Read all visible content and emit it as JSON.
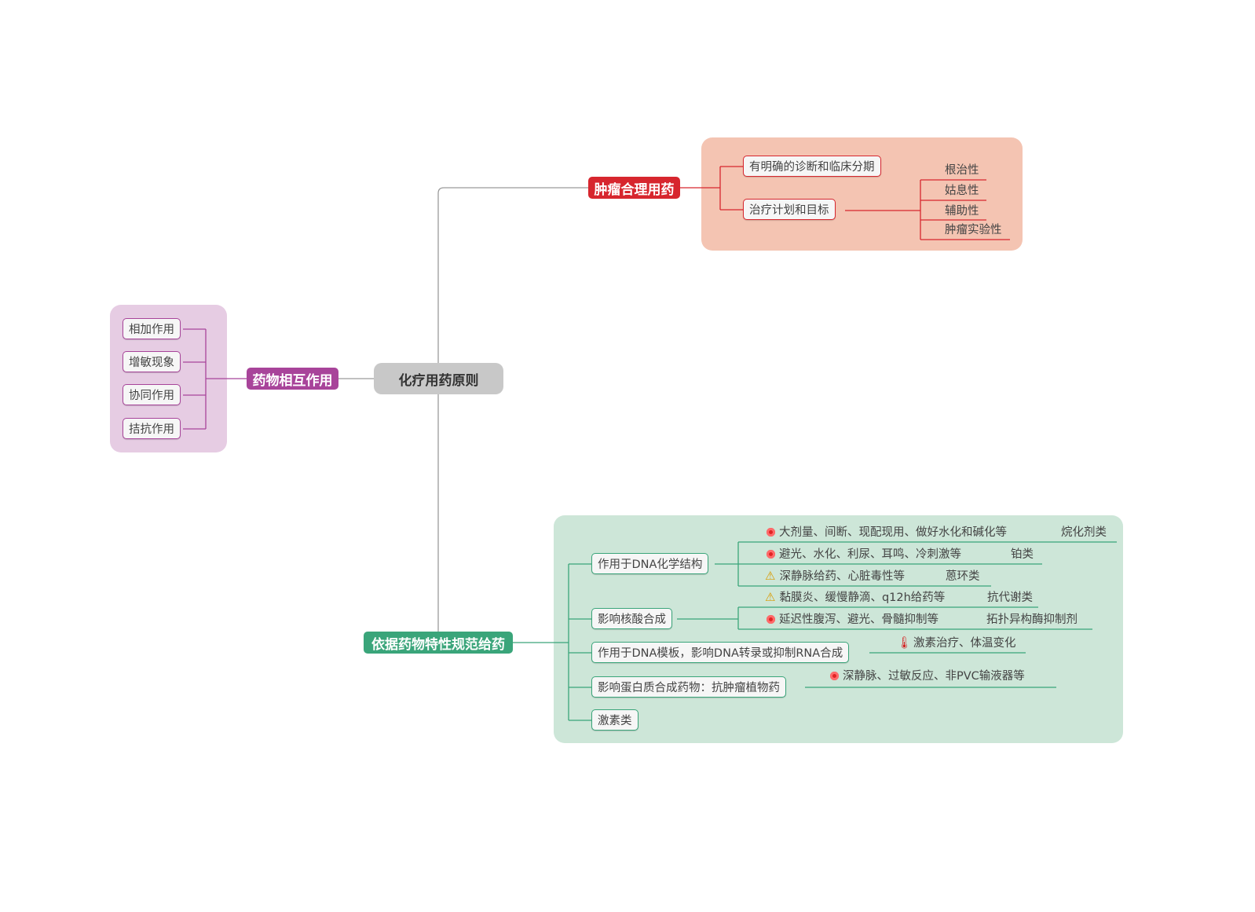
{
  "colors": {
    "red": "#d7262e",
    "purple": "#a8449a",
    "green": "#3aa57a",
    "line_gray": "#9a9a9a",
    "red_bg": "#f4c4b2",
    "purple_bg": "#e6cce3",
    "green_bg": "#cde6d8"
  },
  "root": {
    "label": "化疗用药原则"
  },
  "tumor": {
    "label": "肿瘤合理用药",
    "children": [
      "有明确的诊断和临床分期",
      "治疗计划和目标"
    ],
    "goals": [
      "根治性",
      "姑息性",
      "辅助性",
      "肿瘤实验性"
    ]
  },
  "interaction": {
    "label": "药物相互作用",
    "children": [
      "相加作用",
      "增敏现象",
      "协同作用",
      "拮抗作用"
    ]
  },
  "drug": {
    "label": "依据药物特性规范给药",
    "children": [
      "作用于DNA化学结构",
      "影响核酸合成",
      "作用于DNA模板，影响DNA转录或抑制RNA合成",
      "影响蛋白质合成药物：抗肿瘤植物药",
      "激素类"
    ],
    "dna_items": [
      {
        "icon": "pin-icon",
        "text": "大剂量、间断、现配现用、做好水化和碱化等",
        "class": "烷化剂类"
      },
      {
        "icon": "pin-icon",
        "text": "避光、水化、利尿、耳鸣、冷刺激等",
        "class": "铂类"
      },
      {
        "icon": "warning-icon",
        "text": "深静脉给药、心脏毒性等",
        "class": "蒽环类"
      }
    ],
    "nucleic_items": [
      {
        "icon": "warning-icon",
        "text": "黏膜炎、缓慢静滴、q12h给药等",
        "class": "抗代谢类"
      },
      {
        "icon": "pin-icon",
        "text": "延迟性腹泻、避光、骨髓抑制等",
        "class": "拓扑异构酶抑制剂"
      }
    ],
    "template_note": {
      "icon": "thermometer-icon",
      "text": "激素治疗、体温变化"
    },
    "protein_note": {
      "icon": "pin-icon",
      "text": "深静脉、过敏反应、非PVC输液器等"
    }
  }
}
